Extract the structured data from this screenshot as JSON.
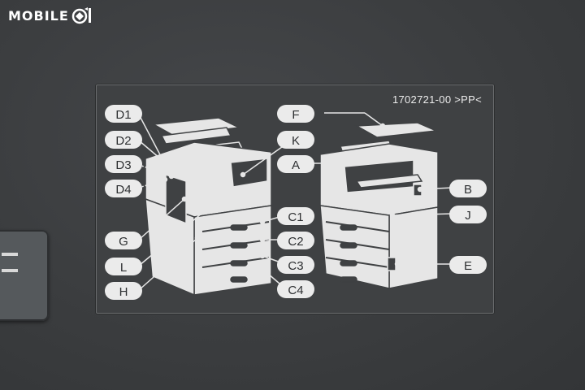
{
  "watermark": {
    "text": "MOBILE",
    "icon": "mobile01-logo-icon"
  },
  "sticker": {
    "part_code": "1702721-00  >PP<"
  },
  "callouts": [
    {
      "id": "D1",
      "label": "D1"
    },
    {
      "id": "D2",
      "label": "D2"
    },
    {
      "id": "D3",
      "label": "D3"
    },
    {
      "id": "D4",
      "label": "D4"
    },
    {
      "id": "G",
      "label": "G"
    },
    {
      "id": "L",
      "label": "L"
    },
    {
      "id": "H",
      "label": "H"
    },
    {
      "id": "K",
      "label": "K"
    },
    {
      "id": "C1",
      "label": "C1"
    },
    {
      "id": "C2",
      "label": "C2"
    },
    {
      "id": "C3",
      "label": "C3"
    },
    {
      "id": "C4",
      "label": "C4"
    },
    {
      "id": "F",
      "label": "F"
    },
    {
      "id": "A",
      "label": "A"
    },
    {
      "id": "B",
      "label": "B"
    },
    {
      "id": "J",
      "label": "J"
    },
    {
      "id": "E",
      "label": "E"
    }
  ],
  "colors": {
    "surface": "#3a3c3d",
    "sticker": "#3f4143",
    "ink": "#ebebeb"
  }
}
